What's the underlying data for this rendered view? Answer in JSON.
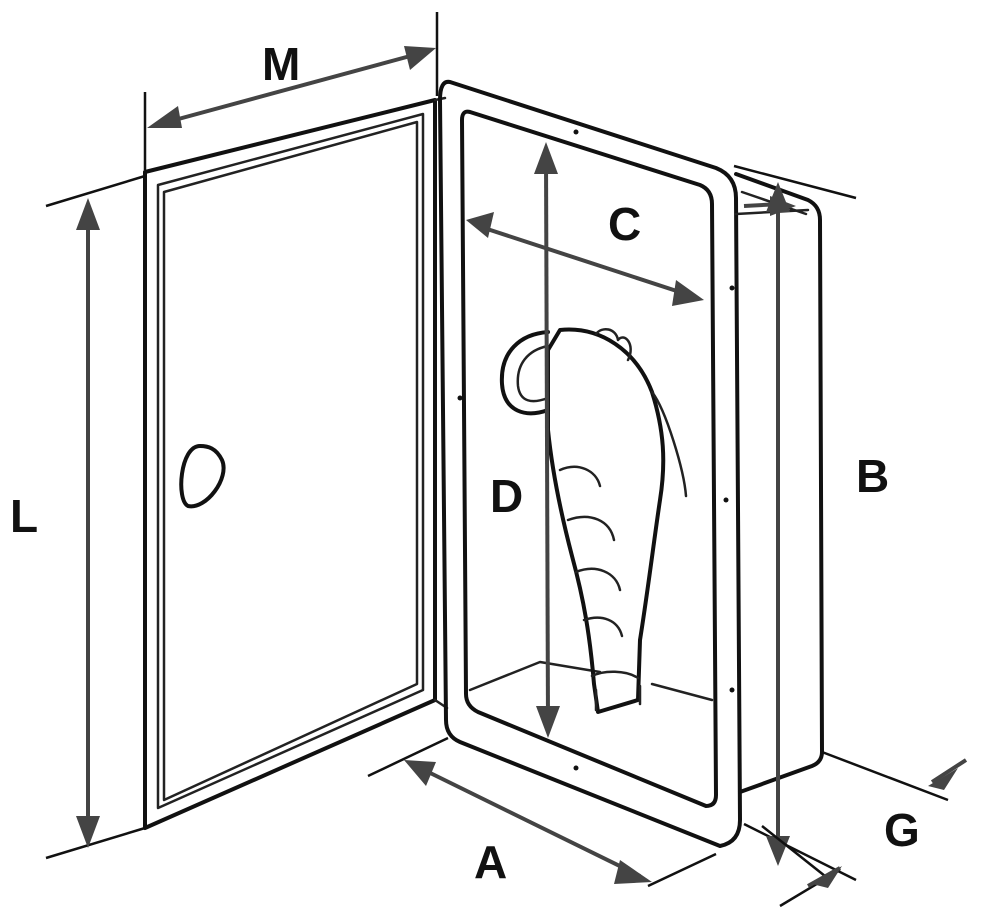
{
  "diagram": {
    "dimension_labels": {
      "M": "M",
      "L": "L",
      "C": "C",
      "D": "D",
      "B": "B",
      "A": "A",
      "G": "G"
    },
    "colors": {
      "ink": "#111111",
      "dimension": "#444444",
      "background": "#ffffff"
    }
  }
}
